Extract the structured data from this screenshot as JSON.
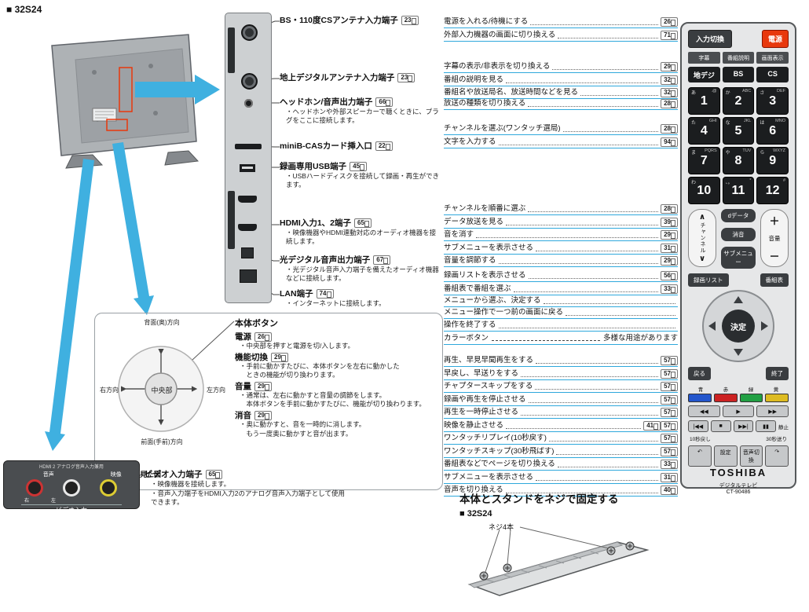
{
  "page": {
    "model_header": "■ 32S24"
  },
  "colors": {
    "accent_cyan": "#2fa8dc",
    "remote_red": "#e8380d"
  },
  "rear_ports": {
    "items": [
      {
        "label": "BS・110度CSアンテナ入力端子",
        "page": "23",
        "note": ""
      },
      {
        "label": "地上デジタルアンテナ入力端子",
        "page": "23",
        "note": ""
      },
      {
        "label": "ヘッドホン/音声出力端子",
        "page": "66",
        "note": "・ヘッドホンや外部スピーカーで聴くときに、プラグをここに接続します。"
      },
      {
        "label": "miniB-CASカード挿入口",
        "page": "22",
        "note": ""
      },
      {
        "label": "録画専用USB端子",
        "page": "45",
        "note": "・USBハードディスクを接続して録画・再生ができます。"
      },
      {
        "label": "HDMI入力1、2端子",
        "page": "65",
        "note": "・映像機器やHDMI連動対応のオーディオ機器を接続します。"
      },
      {
        "label": "光デジタル音声出力端子",
        "page": "67",
        "note": "・光デジタル音声入力端子を備えたオーディオ機器などに接続します。"
      },
      {
        "label": "LAN端子",
        "page": "74",
        "note": "・インターネットに接続します。"
      }
    ]
  },
  "remote_guide": {
    "groups": [
      [
        {
          "text": "電源を入れる/待機にする",
          "page": "26"
        },
        {
          "text": "外部入力機器の画面に切り換える",
          "page": "71"
        }
      ],
      [
        {
          "text": "字幕の表示/非表示を切り換える",
          "page": "29"
        },
        {
          "text": "番組の説明を見る",
          "page": "32"
        },
        {
          "text": "番組名や放送局名、放送時間などを見る",
          "page": "32"
        }
      ],
      [
        {
          "text": "放送の種類を切り換える",
          "page": "28"
        }
      ],
      [
        {
          "text": "チャンネルを選ぶ(ワンタッチ選局)",
          "page": "28"
        },
        {
          "text": "文字を入力する",
          "page": "94"
        }
      ],
      [
        {
          "text": "チャンネルを順番に選ぶ",
          "page": "28"
        },
        {
          "text": "データ放送を見る",
          "page": "39"
        },
        {
          "text": "音を消す",
          "page": "29"
        },
        {
          "text": "サブメニューを表示させる",
          "page": "31"
        },
        {
          "text": "音量を調節する",
          "page": "29"
        }
      ],
      [
        {
          "text": "録画リストを表示させる",
          "page": "56"
        },
        {
          "text": "番組表で番組を選ぶ",
          "page": "33"
        },
        {
          "text": "メニューから選ぶ、決定する"
        },
        {
          "text": "メニュー操作で一つ前の画面に戻る"
        },
        {
          "text": "操作を終了する"
        }
      ],
      [
        {
          "text": "再生、早見早聞再生をする",
          "page": "57"
        },
        {
          "text": "早戻し、早送りをする",
          "page": "57"
        },
        {
          "text": "チャプタースキップをする",
          "page": "57"
        },
        {
          "text": "録画や再生を停止させる",
          "page": "57"
        },
        {
          "text": "再生を一時停止させる",
          "page": "57"
        },
        {
          "text": "映像を静止させる",
          "page": "41",
          "page2": "57"
        },
        {
          "text": "ワンタッチリプレイ(10秒戻す)",
          "page": "57"
        },
        {
          "text": "ワンタッチスキップ(30秒飛ばす)",
          "page": "57"
        },
        {
          "text": "番組表などでページを切り換える",
          "page": "33"
        },
        {
          "text": "サブメニューを表示させる",
          "page": "31"
        },
        {
          "text": "音声を切り換える",
          "page": "40"
        }
      ]
    ],
    "color_row": {
      "label": "カラーボタン",
      "note": "多様な用途があります"
    }
  },
  "main_buttons": {
    "title": "本体ボタン",
    "caption": "・底面から見た図",
    "compass": {
      "top": "背面(奥)方向",
      "left": "右方向",
      "right": "左方向",
      "bottom": "前面(手前)方向",
      "center": "中央部"
    },
    "items": [
      {
        "label": "電源",
        "page": "26",
        "notes": [
          "・中央部を押すと電源を切/入します。",
          ""
        ]
      },
      {
        "label": "機能切換",
        "page": "29",
        "notes": [
          "・手前に動かすたびに、本体ボタンを左右に動かした",
          "　ときの機能が切り換わります。"
        ]
      },
      {
        "label": "音量",
        "page": "29",
        "notes": [
          "・通常は、左右に動かすと音量の調節をします。",
          "　本体ボタンを手前に動かすたびに、機能が切り換わります。"
        ]
      },
      {
        "label": "消音",
        "page": "29",
        "notes": [
          "・奥に動かすと、音を一時的に消します。",
          "　もう一度奥に動かすと音が出ます。"
        ]
      }
    ]
  },
  "video_input": {
    "label": "ビデオ入力端子",
    "page": "65",
    "notes": [
      "・映像機器を接続します。",
      "・音声入力端子をHDMI入力2のアナログ音声入力端子として使用できます。"
    ],
    "panel": {
      "top_label": "HDMI 2 アナログ音声入力兼用",
      "audio": "音声",
      "video": "映像",
      "right": "右",
      "left": "左",
      "name": "ビデオ入力"
    }
  },
  "stand_fix": {
    "title": "本体とスタンドをネジで固定する",
    "model": "■ 32S24",
    "screws_label": "ネジ4本"
  },
  "remote": {
    "input_button": "入力切換",
    "power_button": "電源",
    "top_small_buttons": [
      "字幕",
      "番組説明",
      "画面表示"
    ],
    "broadcast_buttons": [
      "地デジ",
      "BS",
      "CS"
    ],
    "keys": [
      {
        "digit": "1",
        "kana": "あ",
        "latin": ".@"
      },
      {
        "digit": "2",
        "kana": "か",
        "latin": "ABC"
      },
      {
        "digit": "3",
        "kana": "さ",
        "latin": "DEF"
      },
      {
        "digit": "4",
        "kana": "た",
        "latin": "GHI"
      },
      {
        "digit": "5",
        "kana": "な",
        "latin": "JKL"
      },
      {
        "digit": "6",
        "kana": "は",
        "latin": "MNO"
      },
      {
        "digit": "7",
        "kana": "ま",
        "latin": "PQRS"
      },
      {
        "digit": "8",
        "kana": "や",
        "latin": "TUV"
      },
      {
        "digit": "9",
        "kana": "ら",
        "latin": "WXYZ"
      },
      {
        "digit": "10",
        "kana": "わ",
        "latin": ""
      },
      {
        "digit": "11",
        "kana": "、。",
        "latin": "*"
      },
      {
        "digit": "12",
        "kana": "",
        "latin": "#"
      }
    ],
    "channel_rocker": {
      "up": "∧",
      "label": "チャンネル",
      "down": "∨"
    },
    "volume_rocker": {
      "up": "＋",
      "label": "音量",
      "down": "－"
    },
    "data_button": "dデータ",
    "mute_button": "消音",
    "submenu_button": "サブメニュー",
    "rec_list_button": "録画リスト",
    "guide_button": "番組表",
    "ok_button": "決定",
    "back_button": "戻る",
    "exit_button": "終了",
    "color_buttons": [
      {
        "label": "青",
        "color": "#2255cc"
      },
      {
        "label": "赤",
        "color": "#cc2222"
      },
      {
        "label": "緑",
        "color": "#22a044"
      },
      {
        "label": "黄",
        "color": "#ddbb22"
      }
    ],
    "transport_row1": [
      "◀◀",
      "▶",
      "▶▶"
    ],
    "transport_row2": [
      "|◀◀",
      "■",
      "▶▶|",
      "▮▮"
    ],
    "still_label": "静止",
    "replay_label": "10秒戻し",
    "skip_label": "30秒送り",
    "transport_row3": [
      "↶",
      "設定",
      "音声切換",
      "↷"
    ],
    "brand": "TOSHIBA",
    "product_type": "デジタルテレビ",
    "model_no": "CT-90486"
  }
}
